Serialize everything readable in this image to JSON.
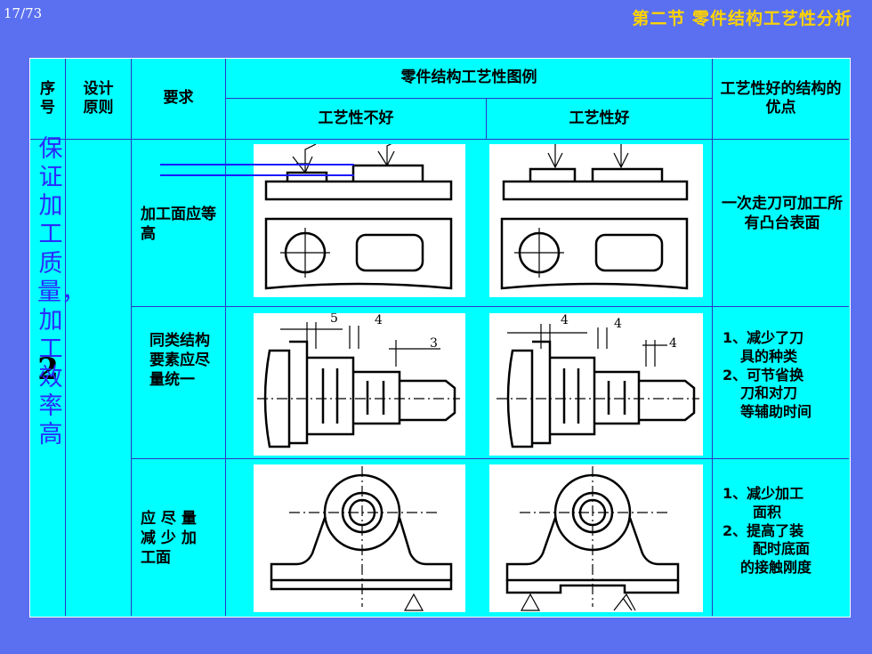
{
  "page_number": "17/73",
  "section_title": "第二节  零件结构工艺性分析",
  "headers": {
    "seq": "序号",
    "principle": "设计原则",
    "requirement": "要求",
    "examples": "零件结构工艺性图例",
    "bad": "工艺性不好",
    "good": "工艺性好",
    "advantage": "工艺性好的结构的优点"
  },
  "row_number": "2",
  "principle_text": "保证加工质量，加工效率高",
  "rows": [
    {
      "requirement": "加工面应等高",
      "advantage": "一次走刀可加工所有凸台表面"
    },
    {
      "requirement": "同类结构要素应尽量统一",
      "advantage_lines": [
        "1、减少了刀",
        "具的种类",
        "2、可节省换",
        "刀和对刀",
        "等辅助时间"
      ],
      "bad_dims": [
        "5",
        "4",
        "3"
      ],
      "good_dims": [
        "4",
        "4",
        "4"
      ]
    },
    {
      "requirement_lines": [
        "应 尽 量",
        "减 少 加",
        "工面"
      ],
      "advantage_lines": [
        "1、减少加工",
        "面积",
        "2、提高了装",
        "配时底面",
        "的接触刚度"
      ]
    }
  ]
}
